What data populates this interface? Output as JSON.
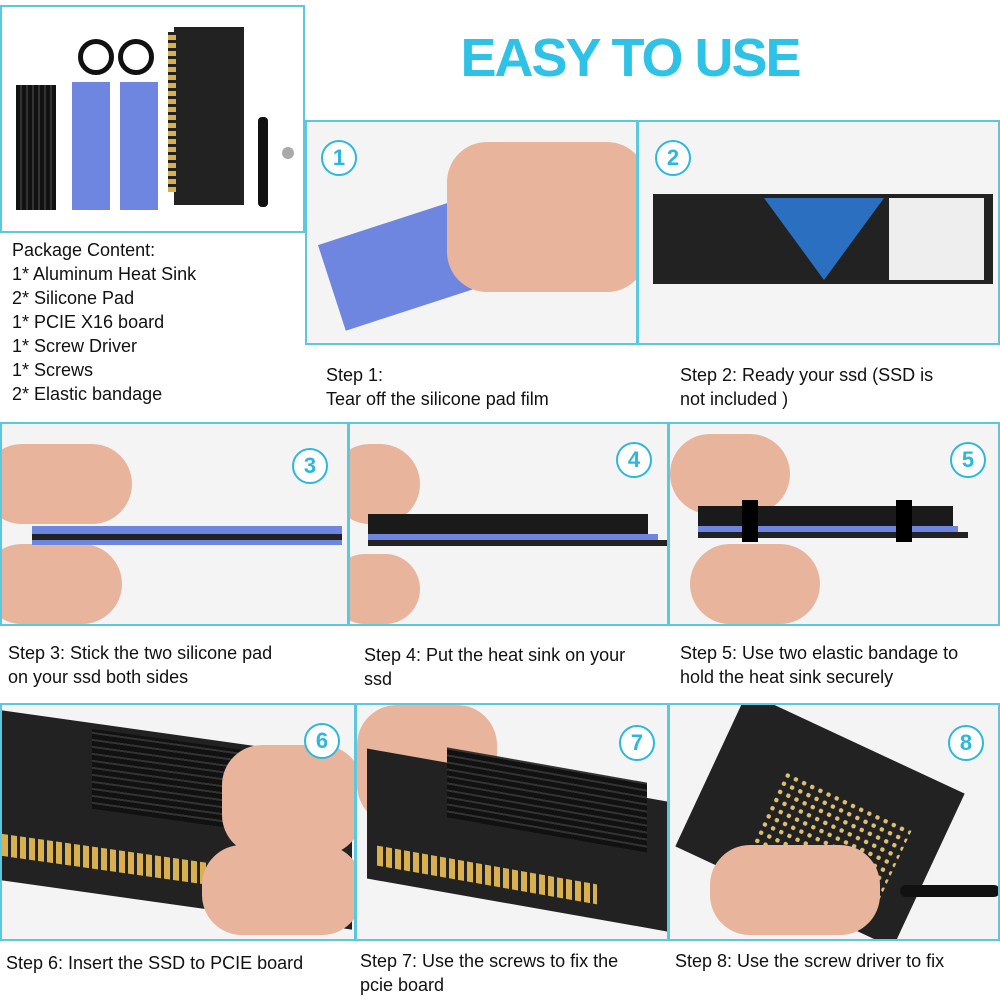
{
  "title": "EASY TO USE",
  "package": {
    "heading": "Package Content:",
    "items": [
      "1* Aluminum Heat Sink",
      "2* Silicone Pad",
      "1* PCIE X16 board",
      "1* Screw Driver",
      "1* Screws",
      "2* Elastic bandage"
    ]
  },
  "steps": [
    {
      "num": "1",
      "line1": "Step 1:",
      "line2": "Tear off the silicone pad film"
    },
    {
      "num": "2",
      "line1": "Step 2: Ready your ssd (SSD is",
      "line2": "not included )"
    },
    {
      "num": "3",
      "line1": "Step 3: Stick the two silicone pad",
      "line2": "on your ssd both sides"
    },
    {
      "num": "4",
      "line1": "Step 4: Put the heat sink on your",
      "line2": "ssd"
    },
    {
      "num": "5",
      "line1": "Step 5: Use two elastic bandage to",
      "line2": "hold the heat sink securely"
    },
    {
      "num": "6",
      "line1": "Step 6: Insert the SSD to PCIE board",
      "line2": ""
    },
    {
      "num": "7",
      "line1": "Step 7: Use the screws to fix the",
      "line2": "pcie board"
    },
    {
      "num": "8",
      "line1": "Step 8: Use the screw driver to fix",
      "line2": ""
    }
  ],
  "colors": {
    "accent": "#2ec3e6",
    "border": "#5cc8e0"
  }
}
